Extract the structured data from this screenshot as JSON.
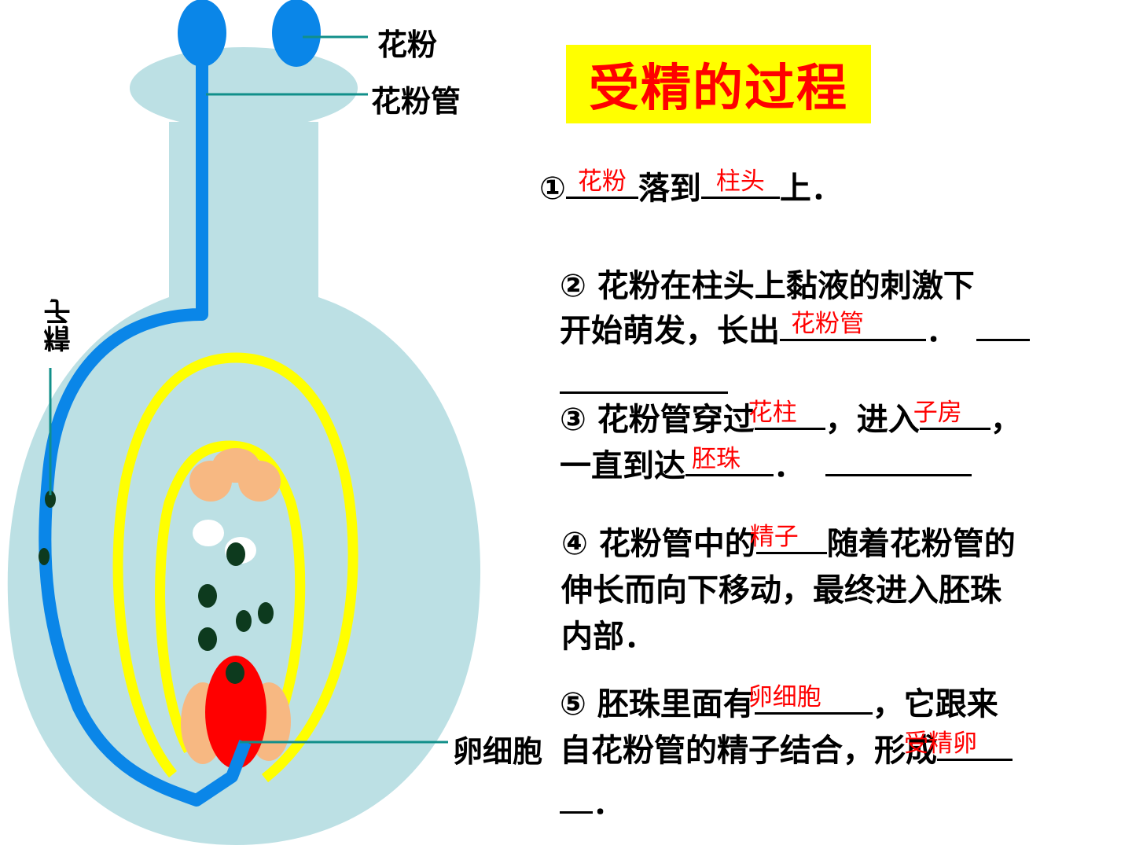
{
  "title": "受精的过程",
  "labels": {
    "pollen": "花粉",
    "pollen_tube": "花粉管",
    "sperm": "精子",
    "egg_cell": "卵细胞"
  },
  "steps": {
    "s1": {
      "num": "①",
      "mid": "落到",
      "end": "上．",
      "ans1": "花粉",
      "ans2": "柱头"
    },
    "s2": {
      "l1": "② 花粉在柱头上黏液的刺激下",
      "l2": "开始萌发，长出",
      "ans": "花粉管",
      "l2end": "．"
    },
    "s3": {
      "l1a": "③ 花粉管穿过",
      "ans1": "花柱",
      "l1b": "，进入",
      "ans2": "子房",
      "l1c": "，",
      "l2a": "一直到达",
      "ans3": "胚珠",
      "l2b": "．"
    },
    "s4": {
      "l1a": "④ 花粉管中的",
      "ans": "精子",
      "l1b": "随着花粉管的",
      "l2": "伸长而向下移动，最终进入胚珠",
      "l3": "内部．"
    },
    "s5": {
      "l1a": "⑤ 胚珠里面有",
      "ans1": "卵细胞",
      "l1b": "，它跟来",
      "l2a": "自花粉管的精子结合，形成",
      "ans2": "受精卵",
      "l3": "．"
    }
  },
  "colors": {
    "ovary": "#bce0e4",
    "pollen_tube": "#0a86e8",
    "ovule_wall": "#ffff00",
    "egg": "#ff0000",
    "synergid": "#f7b882",
    "nucleus": "#0d3a1e",
    "pointer": "#118f8a",
    "answer": "#ff0000"
  }
}
